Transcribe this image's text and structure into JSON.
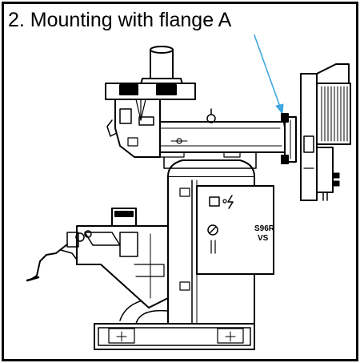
{
  "figure": {
    "caption": "2. Mounting with flange A",
    "machine_label_line1": "S96R",
    "machine_label_line2": "VS",
    "panel_symbol": "▯°ϟ",
    "arrow_color": "#3ea6e0",
    "line_color": "#000000"
  }
}
